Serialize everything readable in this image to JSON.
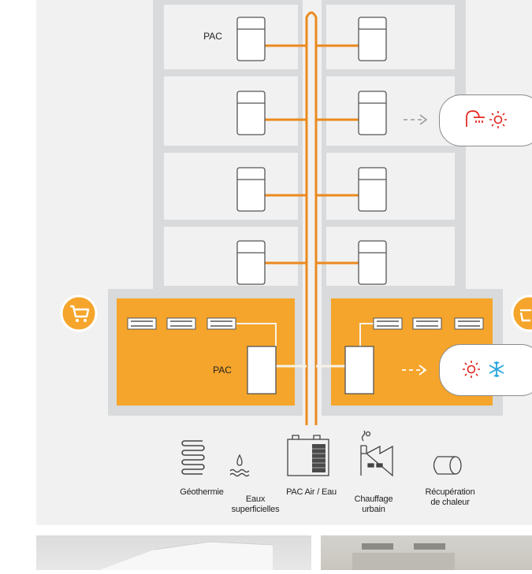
{
  "labels": {
    "pac_top": "PAC",
    "pac_bottom": "PAC"
  },
  "energy_sources": [
    {
      "name": "geothermie",
      "icon": "coil-icon",
      "label_lines": [
        "Géothermie"
      ]
    },
    {
      "name": "eaux-superficielles",
      "icon": "water-drop-icon",
      "label_lines": [
        "Eaux",
        "superficielles"
      ]
    },
    {
      "name": "pac-air-eau",
      "icon": "air-water-unit-icon",
      "label_lines": [
        "PAC Air / Eau"
      ]
    },
    {
      "name": "chauffage-urbain",
      "icon": "district-heating-icon",
      "label_lines": [
        "Chauffage",
        "urbain"
      ]
    },
    {
      "name": "recuperation-chaleur",
      "icon": "heat-recovery-icon",
      "label_lines": [
        "Récupération",
        "de chaleur"
      ]
    }
  ],
  "outputs": [
    {
      "name": "residential",
      "icons": [
        "shower-icon",
        "sun-icon"
      ]
    },
    {
      "name": "commercial",
      "icons": [
        "sun-icon",
        "snowflake-icon"
      ]
    }
  ],
  "colors": {
    "orange": "#f5a52b",
    "pipe": "#ea8a1e",
    "building": "#d9dadb",
    "background": "#f1f1f1",
    "heat_red": "#e2231a",
    "cold_blue": "#2aa6de"
  }
}
